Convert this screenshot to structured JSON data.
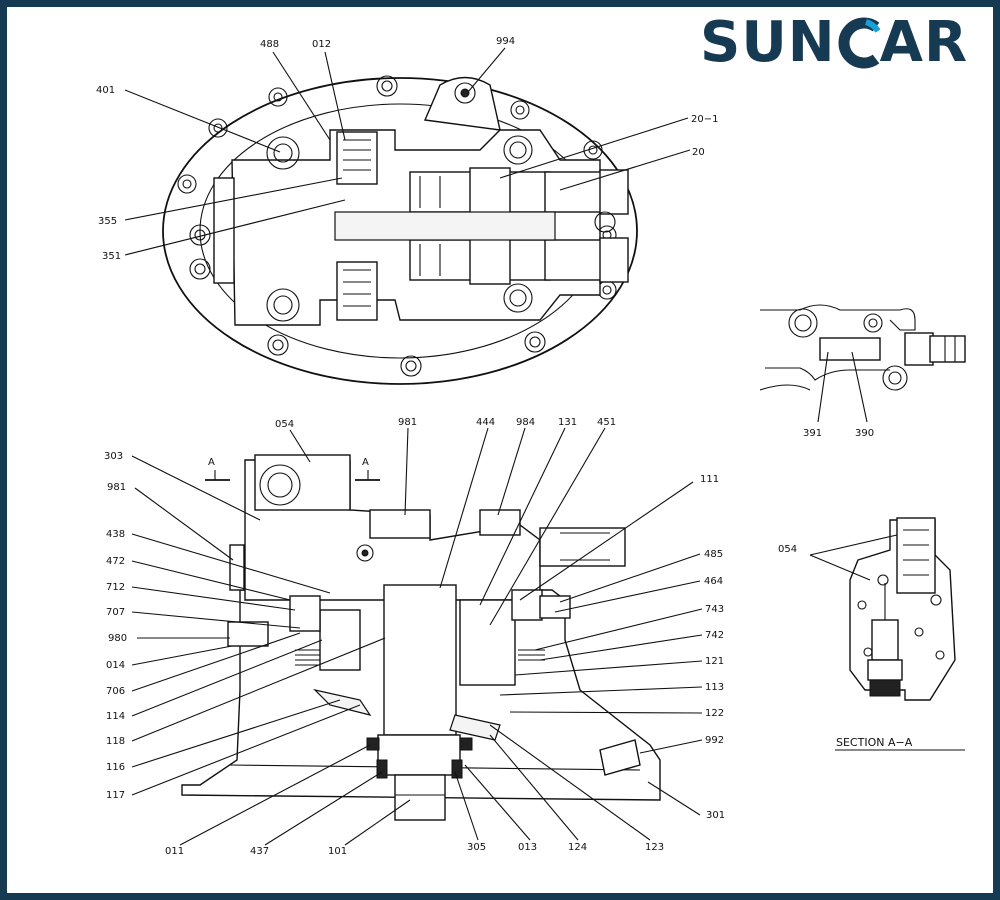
{
  "brand": {
    "logo_text_left": "SUN",
    "logo_text_right": "AR",
    "logo_color": "#173a53",
    "logo_accent": "#1aa0d8"
  },
  "top_view_labels": {
    "l488": "488",
    "l012": "012",
    "l994": "994",
    "l401": "401",
    "l20_1": "20−1",
    "l20": "20",
    "l355": "355",
    "l351": "351"
  },
  "detail_labels": {
    "l391": "391",
    "l390": "390"
  },
  "section_view": {
    "l054": "054",
    "title": "SECTION  A−A"
  },
  "main_section_labels": {
    "l054": "054",
    "l981_top": "981",
    "l444": "444",
    "l984": "984",
    "l131": "131",
    "l451": "451",
    "l303": "303",
    "arrow_a_left": "A",
    "arrow_a_right": "A",
    "l111": "111",
    "l981_left": "981",
    "l485": "485",
    "l438": "438",
    "l464": "464",
    "l472": "472",
    "l712": "712",
    "l743": "743",
    "l707": "707",
    "l742": "742",
    "l980": "980",
    "l121": "121",
    "l014": "014",
    "l113": "113",
    "l706": "706",
    "l122": "122",
    "l114": "114",
    "l992": "992",
    "l118": "118",
    "l116": "116",
    "l117": "117",
    "l301": "301",
    "l011": "011",
    "l437": "437",
    "l101": "101",
    "l305": "305",
    "l013": "013",
    "l124": "124",
    "l123": "123"
  }
}
